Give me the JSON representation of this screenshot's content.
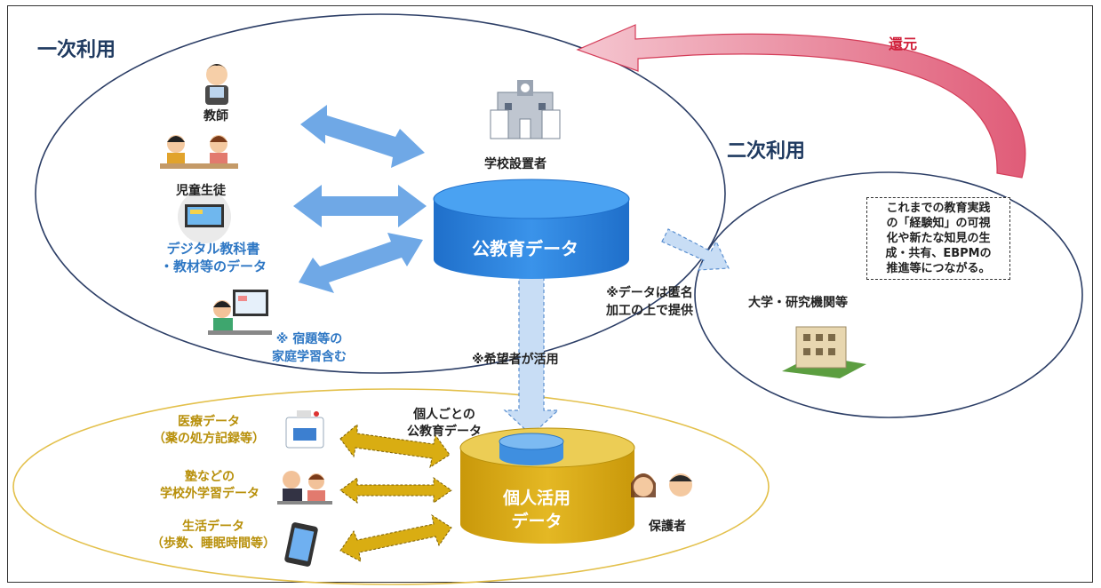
{
  "primary": {
    "title": "一次利用",
    "teacher": "教師",
    "students": "児童生徒",
    "digital_line1": "デジタル教科書",
    "digital_line2": "・教材等のデータ",
    "homework_line1": "※ 宿題等の",
    "homework_line2": "家庭学習含む",
    "school_board": "学校設置者",
    "public_data": "公教育データ"
  },
  "return_label": "還元",
  "secondary": {
    "title": "二次利用",
    "note_lines": [
      "これまでの教育実践",
      "の「経験知」の可視",
      "化や新たな知見の生",
      "成・共有、EBPMの",
      "推進等につながる。"
    ],
    "university": "大学・研究機関等",
    "anon_line1": "※データは匿名",
    "anon_line2": "加工の上で提供"
  },
  "flow": {
    "volunteer": "※希望者が活用",
    "individual_line1": "個人ごとの",
    "individual_line2": "公教育データ"
  },
  "personal": {
    "medical_line1": "医療データ",
    "medical_line2": "（薬の処方記録等）",
    "cram_line1": "塾などの",
    "cram_line2": "学校外学習データ",
    "life_line1": "生活データ",
    "life_line2": "（歩数、睡眠時間等）",
    "personal_line1": "個人活用",
    "personal_line2": "データ",
    "guardian": "保護者"
  },
  "colors": {
    "blue_arrow": "#6fa8e6",
    "cylinder_blue": "#2f86e0",
    "gold": "#d9ad12",
    "return_arrow": "#e0607a",
    "navy_title": "#1f3a60"
  }
}
